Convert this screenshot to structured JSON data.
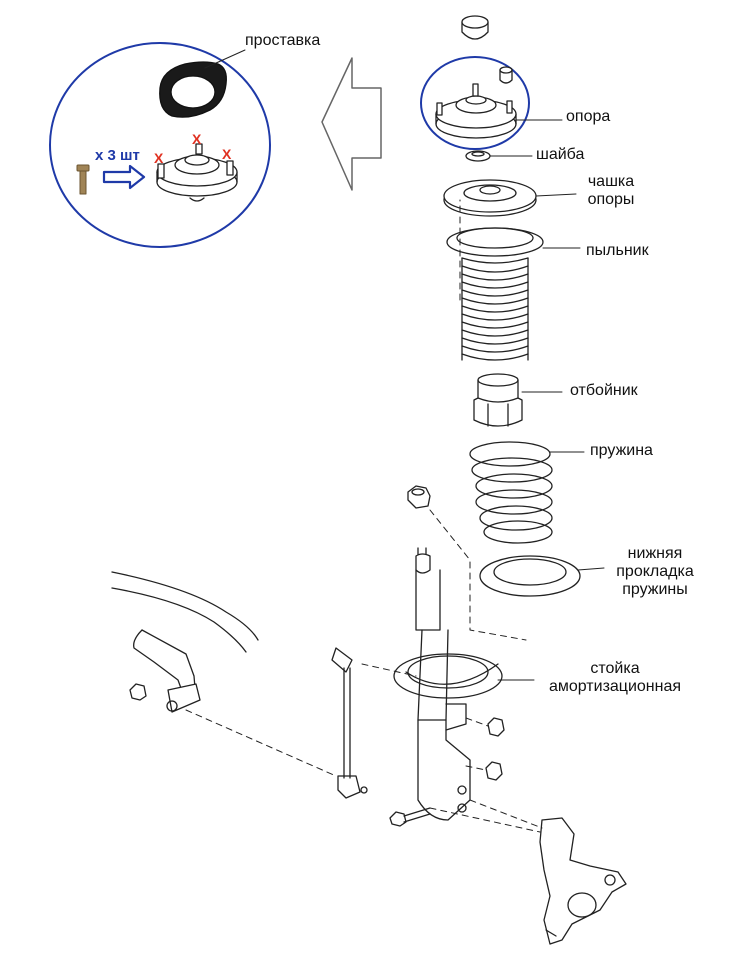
{
  "labels": {
    "prostavka": "проставка",
    "opora": "опора",
    "shaiba": "шайба",
    "chashka_line1": "чашка",
    "chashka_line2": "опоры",
    "pylnik": "пыльник",
    "otboinik": "отбойник",
    "pruzhina": "пружина",
    "prokladka_line1": "нижняя",
    "prokladka_line2": "прокладка",
    "prokladka_line3": "пружины",
    "stoika_line1": "стойка",
    "stoika_line2": "амортизационная"
  },
  "inset": {
    "quantity": "x 3 шт",
    "remove_mark": "X"
  },
  "colors": {
    "highlight_circle": "#1f3aa8",
    "quantity_text": "#1f3aa8",
    "arrow_blue": "#1f3aa8",
    "remove_mark": "#e03020",
    "spacer_fill": "#1a1a1a",
    "bolt_fill": "#a08456",
    "line_art": "#222222"
  },
  "icons": {
    "direction_arrow": "hollow-left-arrow-icon",
    "insert_arrow": "blue-right-arrow-icon"
  }
}
